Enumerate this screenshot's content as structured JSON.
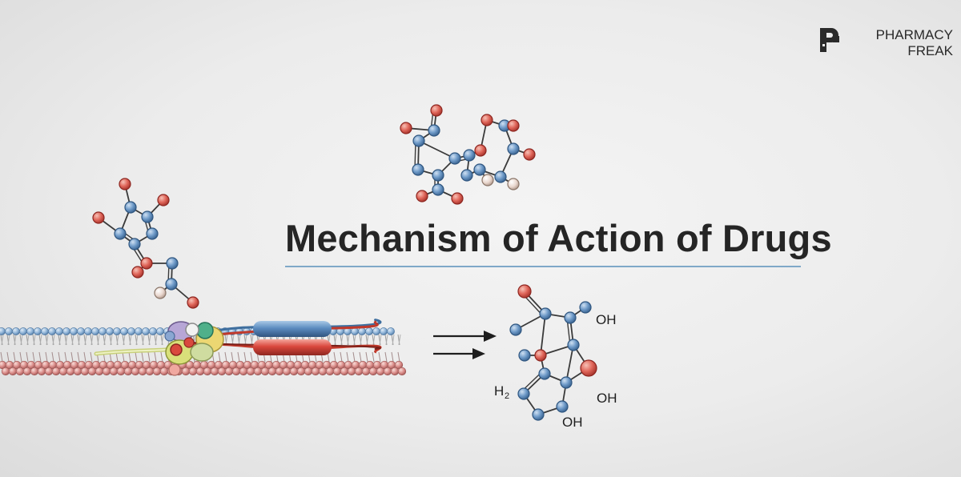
{
  "title": "Mechanism of Action of Drugs",
  "brand": {
    "line1": "PHARMACY",
    "line2": "FREAK"
  },
  "labels": {
    "oh_1": "OH",
    "oh_2": "OH",
    "oh_3": "OH",
    "h2": "H",
    "h2_sub": "2"
  },
  "colors": {
    "oxygen": "#e0665a",
    "carbon": "#6e9ac8",
    "hydrogen": "#ead8cf",
    "rule": "#7fa8c8",
    "membrane_head_top": "#7aa3cb",
    "membrane_head_bottom": "#d98b88"
  },
  "icons": [
    "pharmacy-freak-logo-icon",
    "arrow-right-icon",
    "molecule-icon",
    "cell-membrane-illustration"
  ]
}
